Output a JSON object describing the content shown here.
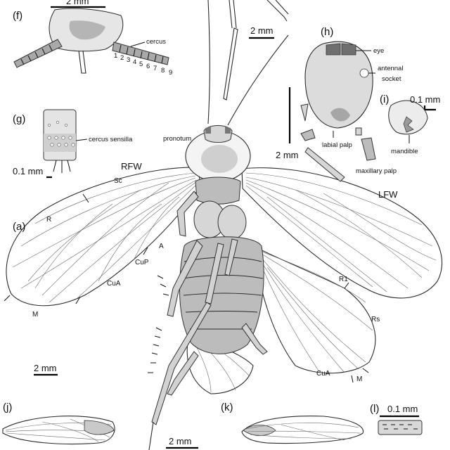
{
  "figure": {
    "panels": {
      "a": "(a)",
      "f": "(f)",
      "g": "(g)",
      "h": "(h)",
      "i": "(i)",
      "j": "(j)",
      "k": "(k)",
      "l": "(l)"
    },
    "scale_bars": {
      "f": "2 mm",
      "antenna": "2 mm",
      "h": "2 mm",
      "i": "0.1 mm",
      "g": "0.1 mm",
      "a": "2 mm",
      "jk": "2 mm",
      "l": "0.1 mm"
    },
    "wing_labels": {
      "rfw": "RFW",
      "lfw": "LFW",
      "sc": "Sc",
      "r": "R",
      "cup": "CuP",
      "a": "A",
      "cua_left": "CuA",
      "m_left": "M",
      "r1": "R1",
      "rs": "Rs",
      "cua_right": "CuA",
      "m_right": "M"
    },
    "anatomy_labels": {
      "cercus": "cercus",
      "segments": [
        "1",
        "2",
        "3",
        "4",
        "5",
        "6",
        "7",
        "8",
        "9"
      ],
      "cercus_sensilla": "cercus sensilla",
      "pronotum": "pronotum",
      "eye": "eye",
      "antennal_socket_1": "antennal",
      "antennal_socket_2": "socket",
      "labial_palp": "labial palp",
      "maxillary_palp": "maxillary palp",
      "mandible": "mandible"
    }
  }
}
